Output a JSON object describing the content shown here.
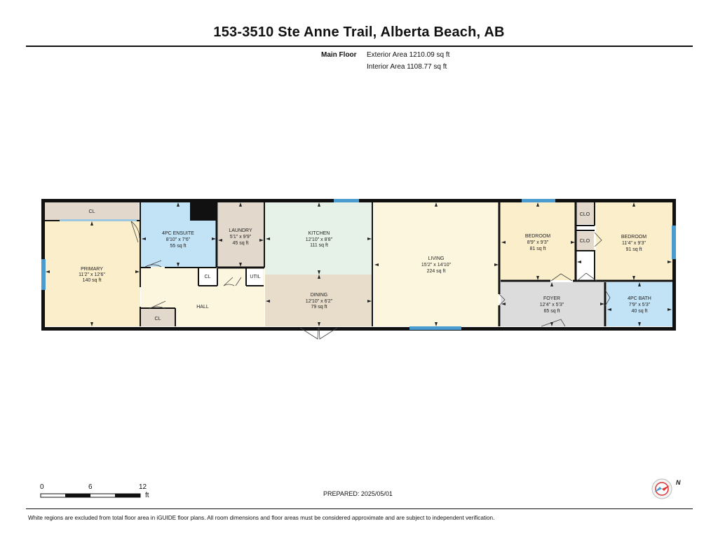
{
  "header": {
    "title": "153-3510 Ste Anne Trail, Alberta Beach, AB",
    "floor_name": "Main Floor",
    "exterior_area": "Exterior Area 1210.09 sq ft",
    "interior_area": "Interior Area 1108.77 sq ft"
  },
  "rooms": {
    "primary": {
      "name": "PRIMARY",
      "dims": "11'2\" x 12'6\"",
      "area": "140 sq ft"
    },
    "ensuite": {
      "name": "4PC ENSUITE",
      "dims": "8'10\" x 7'6\"",
      "area": "55 sq ft"
    },
    "laundry": {
      "name": "LAUNDRY",
      "dims": "5'1\" x 9'9\"",
      "area": "45 sq ft"
    },
    "kitchen": {
      "name": "KITCHEN",
      "dims": "12'10\" x 8'8\"",
      "area": "111 sq ft"
    },
    "dining": {
      "name": "DINING",
      "dims": "12'10\" x 6'2\"",
      "area": "79 sq ft"
    },
    "living": {
      "name": "LIVING",
      "dims": "15'2\" x 14'10\"",
      "area": "224 sq ft"
    },
    "bedroom1": {
      "name": "BEDROOM",
      "dims": "8'9\" x 9'3\"",
      "area": "81 sq ft"
    },
    "bedroom2": {
      "name": "BEDROOM",
      "dims": "11'4\" x 9'3\"",
      "area": "91 sq ft"
    },
    "foyer": {
      "name": "FOYER",
      "dims": "12'4\" x 5'3\"",
      "area": "65 sq ft"
    },
    "bath": {
      "name": "4PC BATH",
      "dims": "7'9\" x 5'3\"",
      "area": "40 sq ft"
    },
    "hall": {
      "name": "HALL"
    },
    "cl_top": {
      "name": "CL"
    },
    "cl_mid": {
      "name": "CL"
    },
    "cl_bottom": {
      "name": "CL"
    },
    "util": {
      "name": "UTIL"
    },
    "clo1": {
      "name": "CLO"
    },
    "clo2": {
      "name": "CLO"
    }
  },
  "scale": {
    "ticks": [
      "0",
      "6",
      "12"
    ],
    "unit": "ft"
  },
  "prepared": "PREPARED:  2025/05/01",
  "disclaimer": "White regions are excluded from total floor area in iGUIDE floor plans. All room dimensions and floor areas must be considered approximate and are subject to independent verification.",
  "compass": {
    "letter": "N"
  },
  "colors": {
    "bedroom": "#fbeecb",
    "bath": "#c2e2f6",
    "kitchen": "#e6f2e8",
    "dining": "#e8dccb",
    "living": "#fdf6df",
    "utility": "#e2d8cc",
    "foyer": "#dcdcdc",
    "wall": "#111111",
    "window": "#4a9bcf"
  }
}
